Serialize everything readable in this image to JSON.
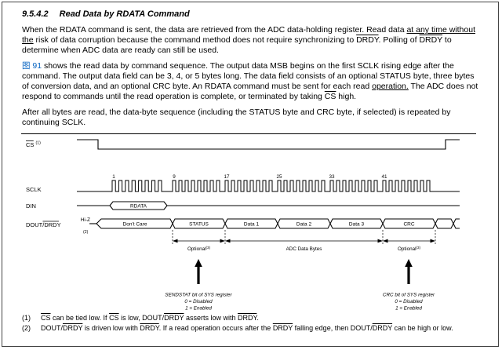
{
  "colors": {
    "link": "#0563C1",
    "ink": "#000000"
  },
  "page": {
    "heading": {
      "number": "9.5.4.2",
      "title": "Read Data by RDATA Command"
    },
    "para1": {
      "a": "When the RDATA command is sent, the data are retrieved from the ADC data-holding register. Read data ",
      "b": "at any time without the",
      "c": " risk of data corruption because the command method does not require synchronizing to ",
      "d": "DRDY",
      "e": ". Polling of ",
      "f": "DRDY",
      "g": " to determine when ADC data are ready can still be used."
    },
    "para2": {
      "a": "图 91",
      "b": " shows the read data by command sequence. The output data MSB begins on the first SCLK rising edge after the command. The output data field can be 3, 4, or 5 bytes long. The data field consists of an optional STATUS byte, three bytes of conversion data, and an optional CRC byte. An RDATA command must be sent for each read ",
      "c": "operation.",
      "d": " The ADC does not respond to commands until the read operation is complete, or terminated by taking ",
      "e": "CS",
      "f": " high."
    },
    "para3": "After all bytes are read, the data-byte sequence (including the STATUS byte and CRC byte, if selected) is repeated by continuing SCLK."
  },
  "diagram": {
    "signals": {
      "cs": "CS",
      "cs_note": "(1)",
      "sclk": "SCLK",
      "din": "DIN",
      "dout_prefix": "DOUT/",
      "dout_drdy": "DRDY",
      "hiz": "Hi-Z",
      "dout_note": "(2)"
    },
    "clock_numbers": [
      "1",
      "9",
      "17",
      "25",
      "33",
      "41"
    ],
    "din_field": "RDATA",
    "dout_fields": [
      "Don't Care",
      "STATUS",
      "Data 1",
      "Data 2",
      "Data 3",
      "CRC"
    ],
    "spans": {
      "optional_left": "Optional",
      "optional_left_sup": "(3)",
      "adc_bytes": "ADC Data Bytes",
      "optional_right": "Optional",
      "optional_right_sup": "(3)"
    },
    "annotations": {
      "left": [
        "SENDSTAT bit of SYS register",
        "0 = Disabled",
        "1 = Enabled"
      ],
      "right": [
        "CRC bit of SYS register",
        "0 = Disabled",
        "1 = Enabled"
      ]
    }
  },
  "footnotes": [
    {
      "num": "(1)",
      "seg": {
        "a": "CS",
        "b": " can be tied low. If ",
        "c": "CS",
        "d": " is low, DOUT/",
        "e": "DRDY",
        "f": " asserts low with ",
        "g": "DRDY",
        "h": "."
      }
    },
    {
      "num": "(2)",
      "seg": {
        "a": "DOUT/",
        "b": "DRDY",
        "c": " is driven low with ",
        "d": "DRDY",
        "e": ". If a read operation occurs after the ",
        "f": "DRDY",
        "g": " falling edge, then DOUT/",
        "h": "DRDY",
        "i": " can be high or low."
      }
    }
  ]
}
